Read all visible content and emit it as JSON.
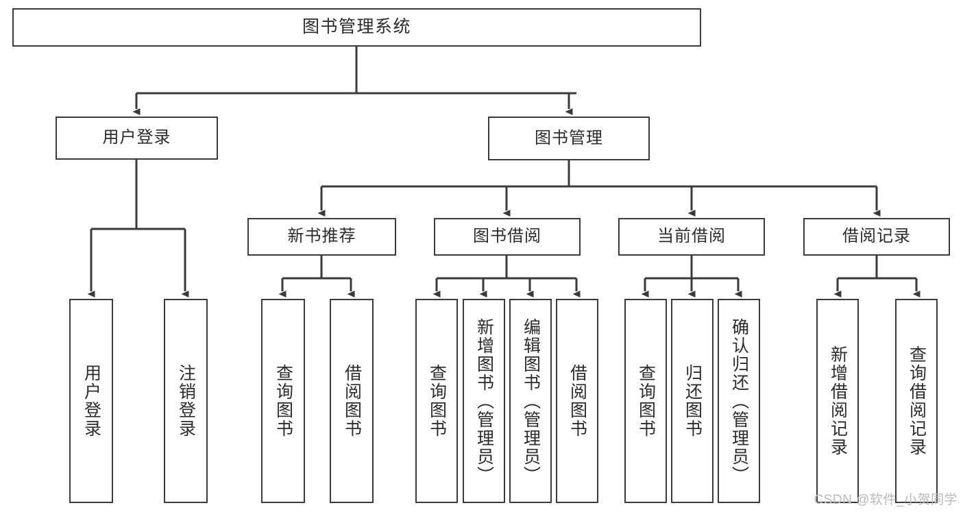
{
  "diagram": {
    "title": "图书管理系统",
    "type": "tree-hierarchy",
    "watermark": "CSDN @软件_小贺同学",
    "colors": {
      "background": "#ffffff",
      "node_border": "#3a3a3a",
      "node_fill": "#ffffff",
      "text": "#2b2b2b",
      "edge": "#3a3a3a",
      "watermark": "#b9b9b9"
    },
    "levels": {
      "root": "图书管理系统",
      "level2": [
        "用户登录",
        "图书管理"
      ],
      "level3": [
        "新书推荐",
        "图书借阅",
        "当前借阅",
        "借阅记录"
      ]
    },
    "nodes": {
      "root": {
        "label": "图书管理系统"
      },
      "user_login": {
        "label": "用户登录"
      },
      "book_manage": {
        "label": "图书管理"
      },
      "new_book_rec": {
        "label": "新书推荐"
      },
      "book_borrow": {
        "label": "图书借阅"
      },
      "current_borrow": {
        "label": "当前借阅"
      },
      "borrow_record": {
        "label": "借阅记录"
      },
      "leaf_user_login": {
        "label": "用户登录"
      },
      "leaf_logout": {
        "label": "注销登录"
      },
      "leaf_query_book_1": {
        "label": "查询图书"
      },
      "leaf_borrow_book_1": {
        "label": "借阅图书"
      },
      "leaf_query_book_2": {
        "label": "查询图书"
      },
      "leaf_add_book": {
        "label": "新增图书（管理员）"
      },
      "leaf_edit_book": {
        "label": "编辑图书（管理员）"
      },
      "leaf_borrow_book_2": {
        "label": "借阅图书"
      },
      "leaf_query_book_3": {
        "label": "查询图书"
      },
      "leaf_return_book": {
        "label": "归还图书"
      },
      "leaf_confirm_return": {
        "label": "确认归还（管理员）"
      },
      "leaf_add_record": {
        "label": "新增借阅记录"
      },
      "leaf_query_record": {
        "label": "查询借阅记录"
      }
    },
    "edges": [
      {
        "from": "图书管理系统",
        "to": "用户登录"
      },
      {
        "from": "图书管理系统",
        "to": "图书管理"
      },
      {
        "from": "用户登录",
        "to": "用户登录"
      },
      {
        "from": "用户登录",
        "to": "注销登录"
      },
      {
        "from": "图书管理",
        "to": "新书推荐"
      },
      {
        "from": "图书管理",
        "to": "图书借阅"
      },
      {
        "from": "图书管理",
        "to": "当前借阅"
      },
      {
        "from": "图书管理",
        "to": "借阅记录"
      },
      {
        "from": "新书推荐",
        "to": "查询图书"
      },
      {
        "from": "新书推荐",
        "to": "借阅图书"
      },
      {
        "from": "图书借阅",
        "to": "查询图书"
      },
      {
        "from": "图书借阅",
        "to": "新增图书（管理员）"
      },
      {
        "from": "图书借阅",
        "to": "编辑图书（管理员）"
      },
      {
        "from": "图书借阅",
        "to": "借阅图书"
      },
      {
        "from": "当前借阅",
        "to": "查询图书"
      },
      {
        "from": "当前借阅",
        "to": "归还图书"
      },
      {
        "from": "当前借阅",
        "to": "确认归还（管理员）"
      },
      {
        "from": "借阅记录",
        "to": "新增借阅记录"
      },
      {
        "from": "借阅记录",
        "to": "查询借阅记录"
      }
    ]
  }
}
